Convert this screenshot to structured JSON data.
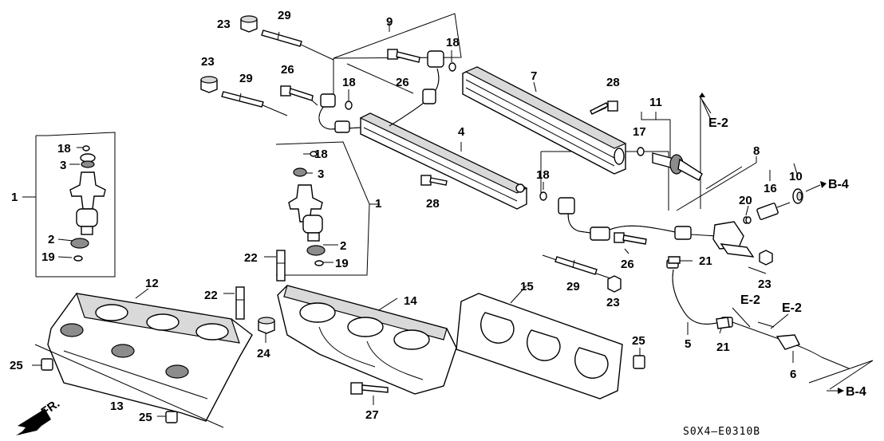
{
  "diagram_code": "S0X4–E0310B",
  "front_indicator": "FR.",
  "references": {
    "e2_upper": "E-2",
    "b4_upper": "B-4",
    "e2_lower_left": "E-2",
    "e2_lower_right": "E-2",
    "b4_lower": "B-4"
  },
  "callouts": [
    {
      "id": "c23a",
      "text": "23"
    },
    {
      "id": "c29a",
      "text": "29"
    },
    {
      "id": "c9",
      "text": "9"
    },
    {
      "id": "c18a",
      "text": "18"
    },
    {
      "id": "c23b",
      "text": "23"
    },
    {
      "id": "c29b",
      "text": "29"
    },
    {
      "id": "c26a",
      "text": "26"
    },
    {
      "id": "c18b",
      "text": "18"
    },
    {
      "id": "c26b",
      "text": "26"
    },
    {
      "id": "c7",
      "text": "7"
    },
    {
      "id": "c28a",
      "text": "28"
    },
    {
      "id": "c11",
      "text": "11"
    },
    {
      "id": "c4",
      "text": "4"
    },
    {
      "id": "c17",
      "text": "17"
    },
    {
      "id": "c8",
      "text": "8"
    },
    {
      "id": "c18c",
      "text": "18"
    },
    {
      "id": "c20",
      "text": "20"
    },
    {
      "id": "c16",
      "text": "16"
    },
    {
      "id": "c10",
      "text": "10"
    },
    {
      "id": "c28b",
      "text": "28"
    },
    {
      "id": "c18d",
      "text": "18"
    },
    {
      "id": "c3a",
      "text": "3"
    },
    {
      "id": "c1a",
      "text": "1"
    },
    {
      "id": "c2a",
      "text": "2"
    },
    {
      "id": "c19a",
      "text": "19"
    },
    {
      "id": "c18e",
      "text": "18"
    },
    {
      "id": "c3b",
      "text": "3"
    },
    {
      "id": "c1b",
      "text": "1"
    },
    {
      "id": "c2b",
      "text": "2"
    },
    {
      "id": "c19b",
      "text": "19"
    },
    {
      "id": "c22a",
      "text": "22"
    },
    {
      "id": "c21a",
      "text": "21"
    },
    {
      "id": "c26c",
      "text": "26"
    },
    {
      "id": "c29c",
      "text": "29"
    },
    {
      "id": "c23c",
      "text": "23"
    },
    {
      "id": "c23d",
      "text": "23"
    },
    {
      "id": "c12",
      "text": "12"
    },
    {
      "id": "c22b",
      "text": "22"
    },
    {
      "id": "c14",
      "text": "14"
    },
    {
      "id": "c15",
      "text": "15"
    },
    {
      "id": "c24",
      "text": "24"
    },
    {
      "id": "c25a",
      "text": "25"
    },
    {
      "id": "c25b",
      "text": "25"
    },
    {
      "id": "c13",
      "text": "13"
    },
    {
      "id": "c25c",
      "text": "25"
    },
    {
      "id": "c27",
      "text": "27"
    },
    {
      "id": "c5",
      "text": "5"
    },
    {
      "id": "c21b",
      "text": "21"
    },
    {
      "id": "c6",
      "text": "6"
    }
  ]
}
